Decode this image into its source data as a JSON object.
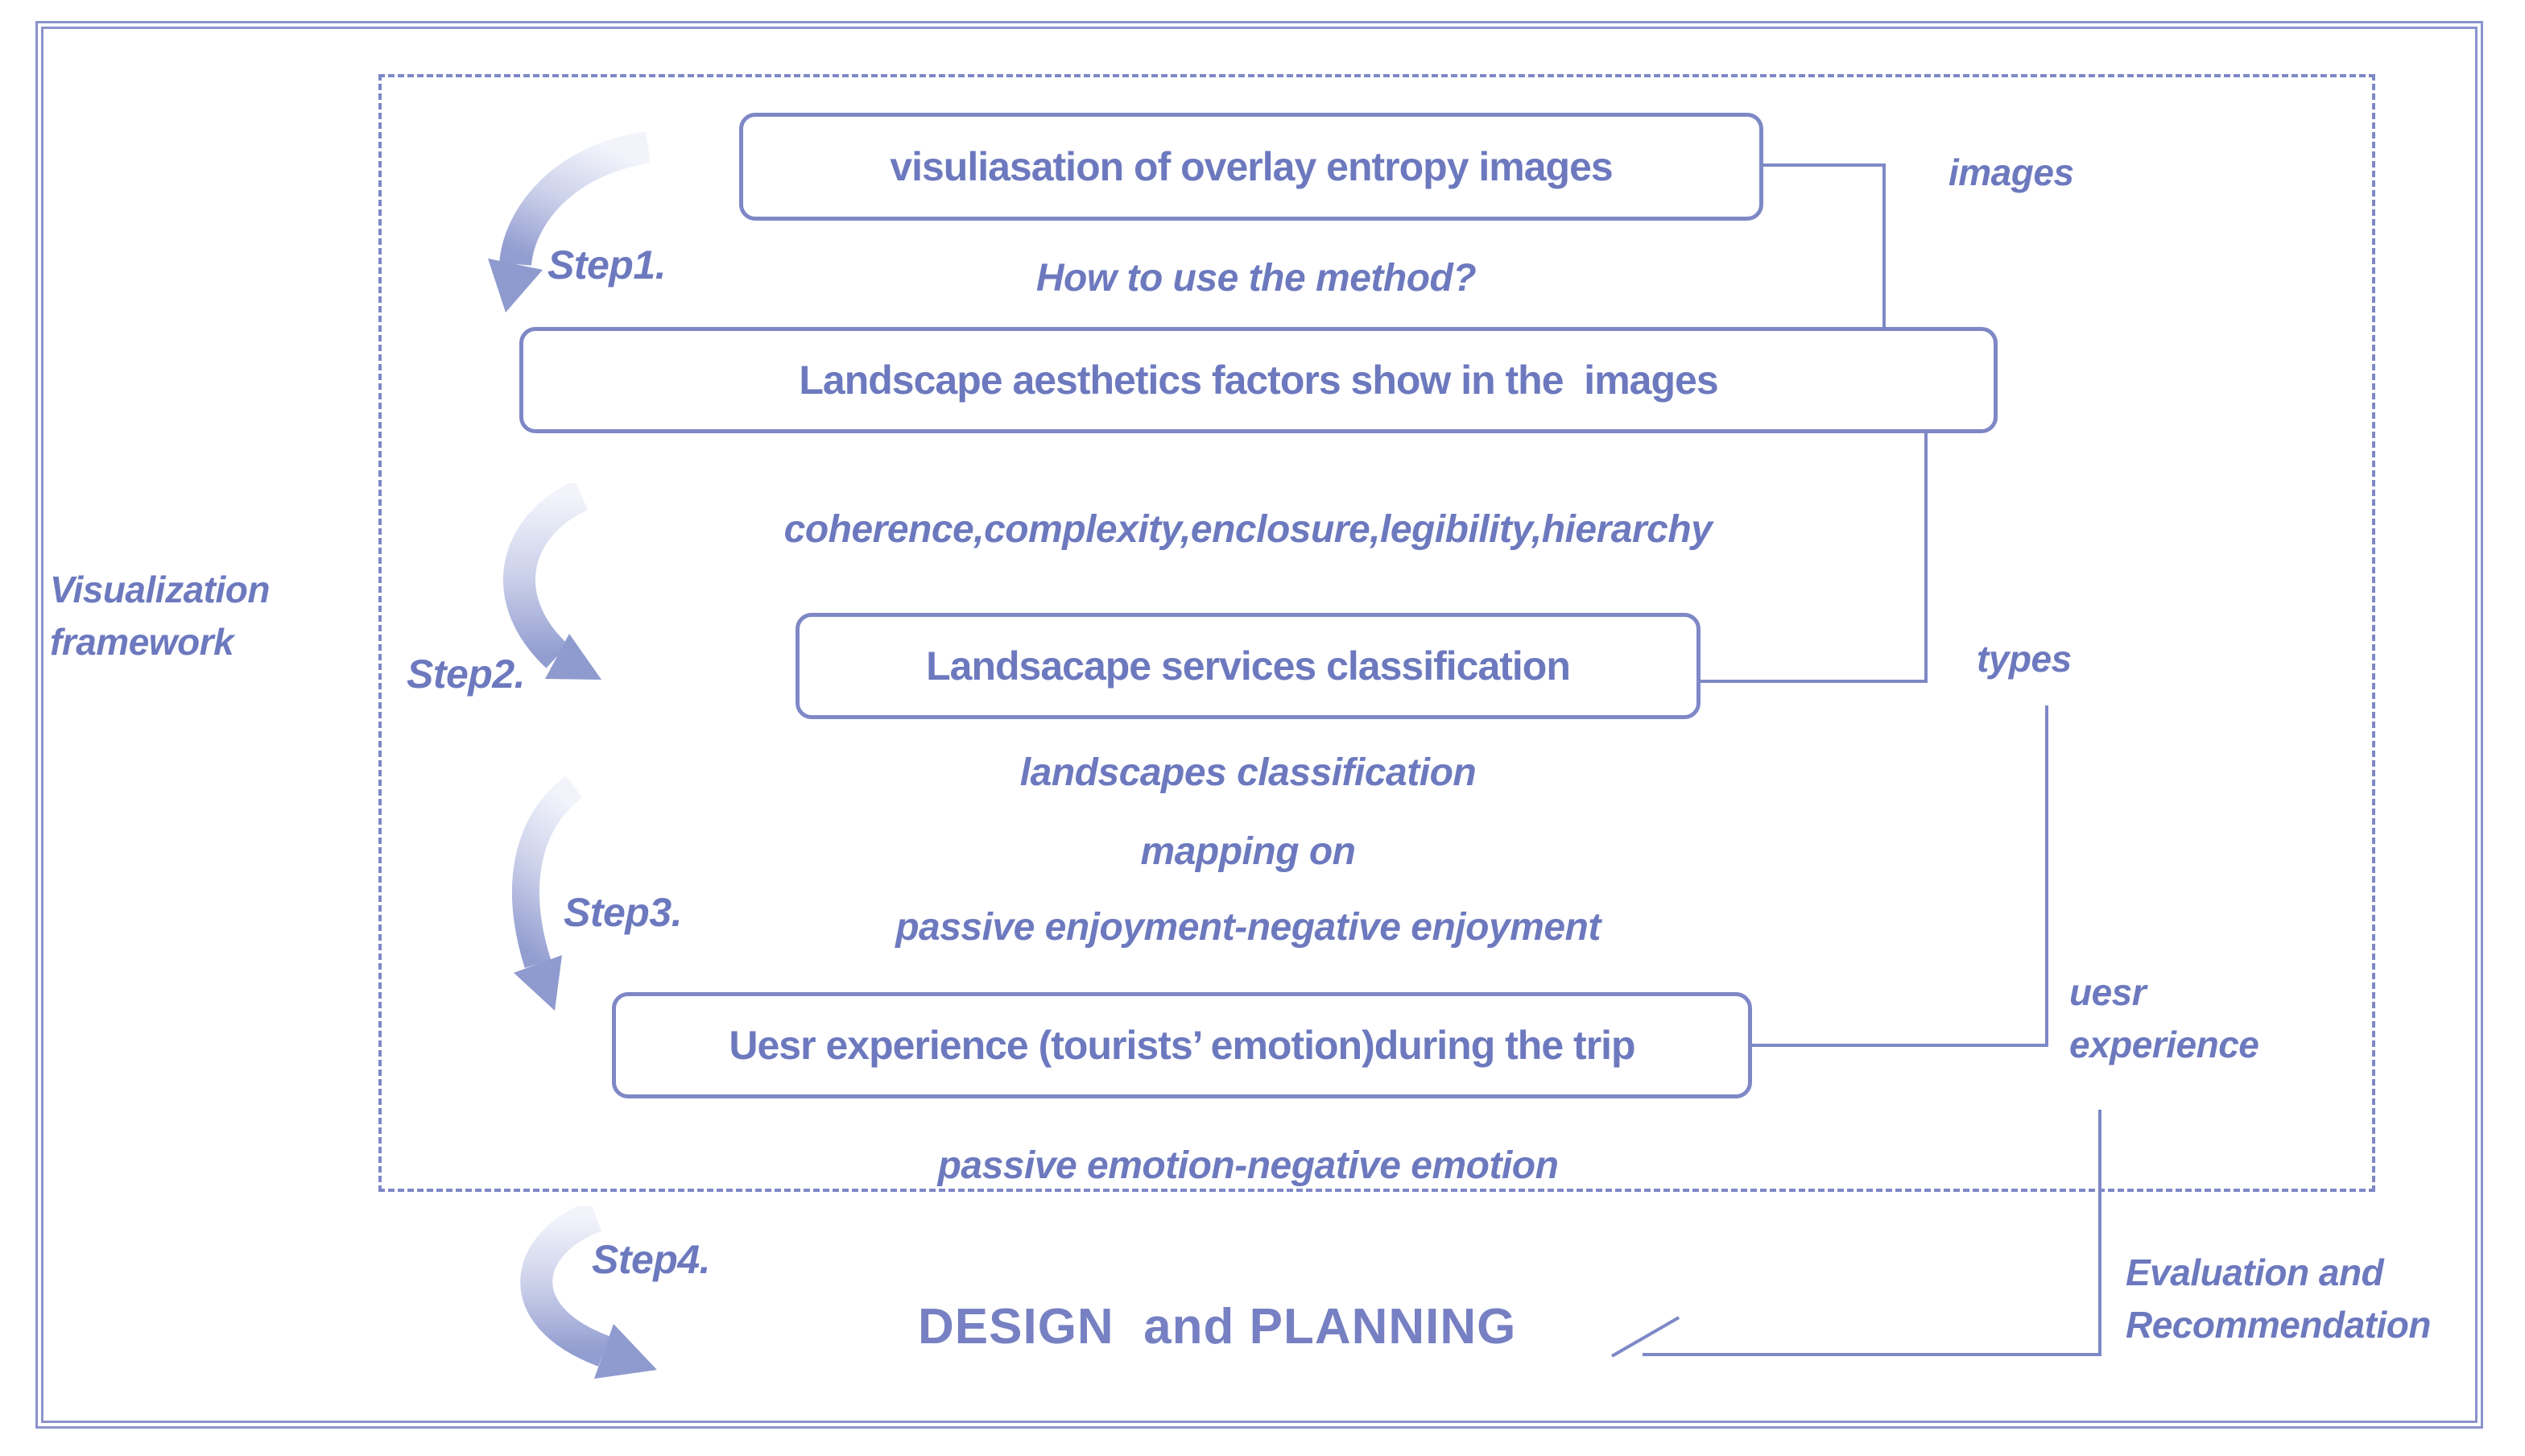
{
  "framework_label": {
    "line1": "Visualization",
    "line2": "framework"
  },
  "steps": [
    {
      "label": "Step1."
    },
    {
      "label": "Step2."
    },
    {
      "label": "Step3."
    },
    {
      "label": "Step4."
    }
  ],
  "boxes": [
    {
      "label": "visuliasation of overlay entropy images"
    },
    {
      "label": "Landscape aesthetics factors show in the  images"
    },
    {
      "label": "Landsacape services classification"
    },
    {
      "label": "Uesr experience (tourists’ emotion)during the trip"
    }
  ],
  "annotations": {
    "how_to": "How to use the method?",
    "coherence": "coherence,complexity,enclosure,legibility,hierarchy",
    "landscapes": "landscapes classification",
    "mapping": "mapping on",
    "enjoyment": "passive enjoyment-negative enjoyment",
    "emotion": "passive emotion-negative emotion"
  },
  "right_labels": {
    "images": "images",
    "types": "types",
    "uesr_line1": "uesr",
    "uesr_line2": "experience",
    "eval_line1": "Evaluation and",
    "eval_line2": "Recommendation"
  },
  "footer": {
    "design_planning": "DESIGN  and PLANNING"
  },
  "colors": {
    "ink": "#6d79be",
    "line": "#7e88c6",
    "arrow_light": "#f3f4fb",
    "arrow_dark": "#929dd0"
  }
}
